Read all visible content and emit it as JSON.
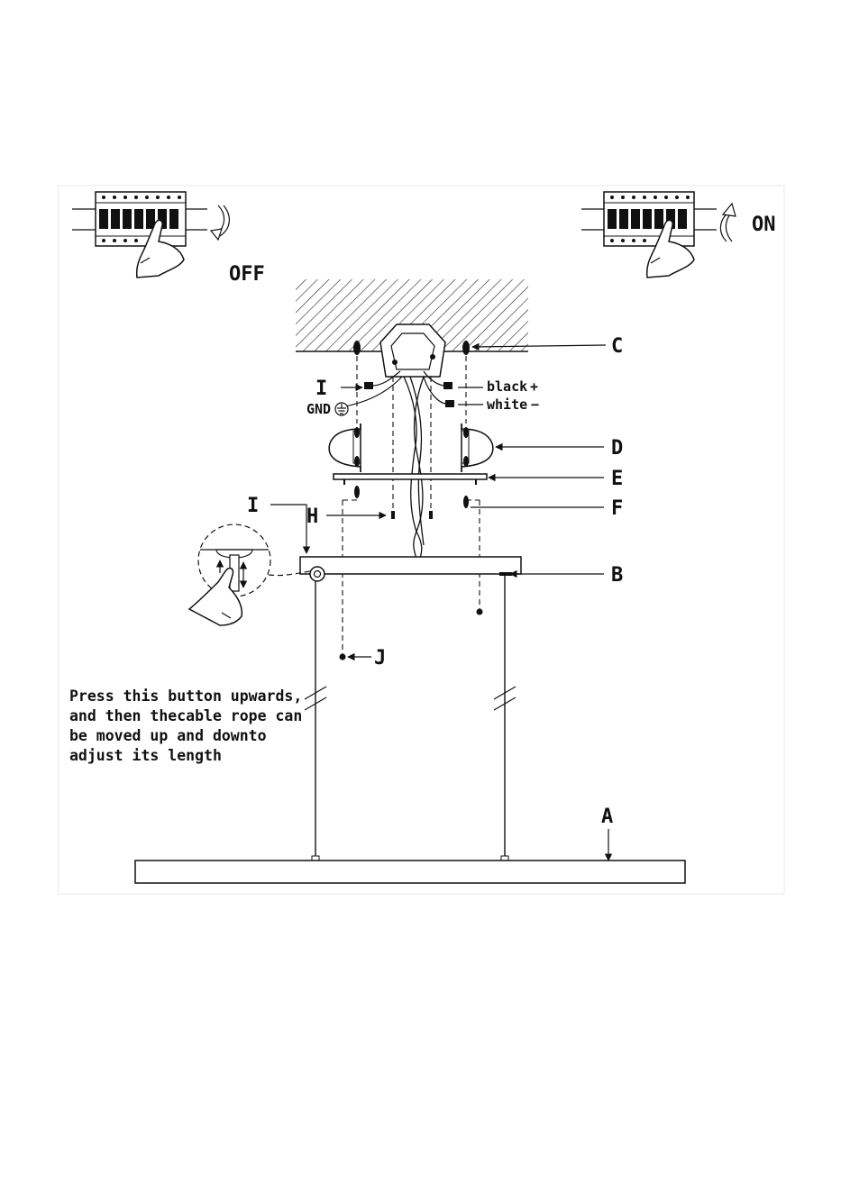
{
  "labels": {
    "a": "A",
    "b": "B",
    "c": "C",
    "d": "D",
    "e": "E",
    "f": "F",
    "h": "H",
    "i_top": "I",
    "i_side": "I",
    "j": "J",
    "gnd": "GND",
    "black": "black",
    "white": "white",
    "plus": "+",
    "minus": "−",
    "off": "OFF",
    "on": "ON"
  },
  "note": {
    "lines": [
      "Press this button upwards,",
      "and then thecable rope can",
      "be moved up and downto",
      "adjust its length"
    ]
  }
}
